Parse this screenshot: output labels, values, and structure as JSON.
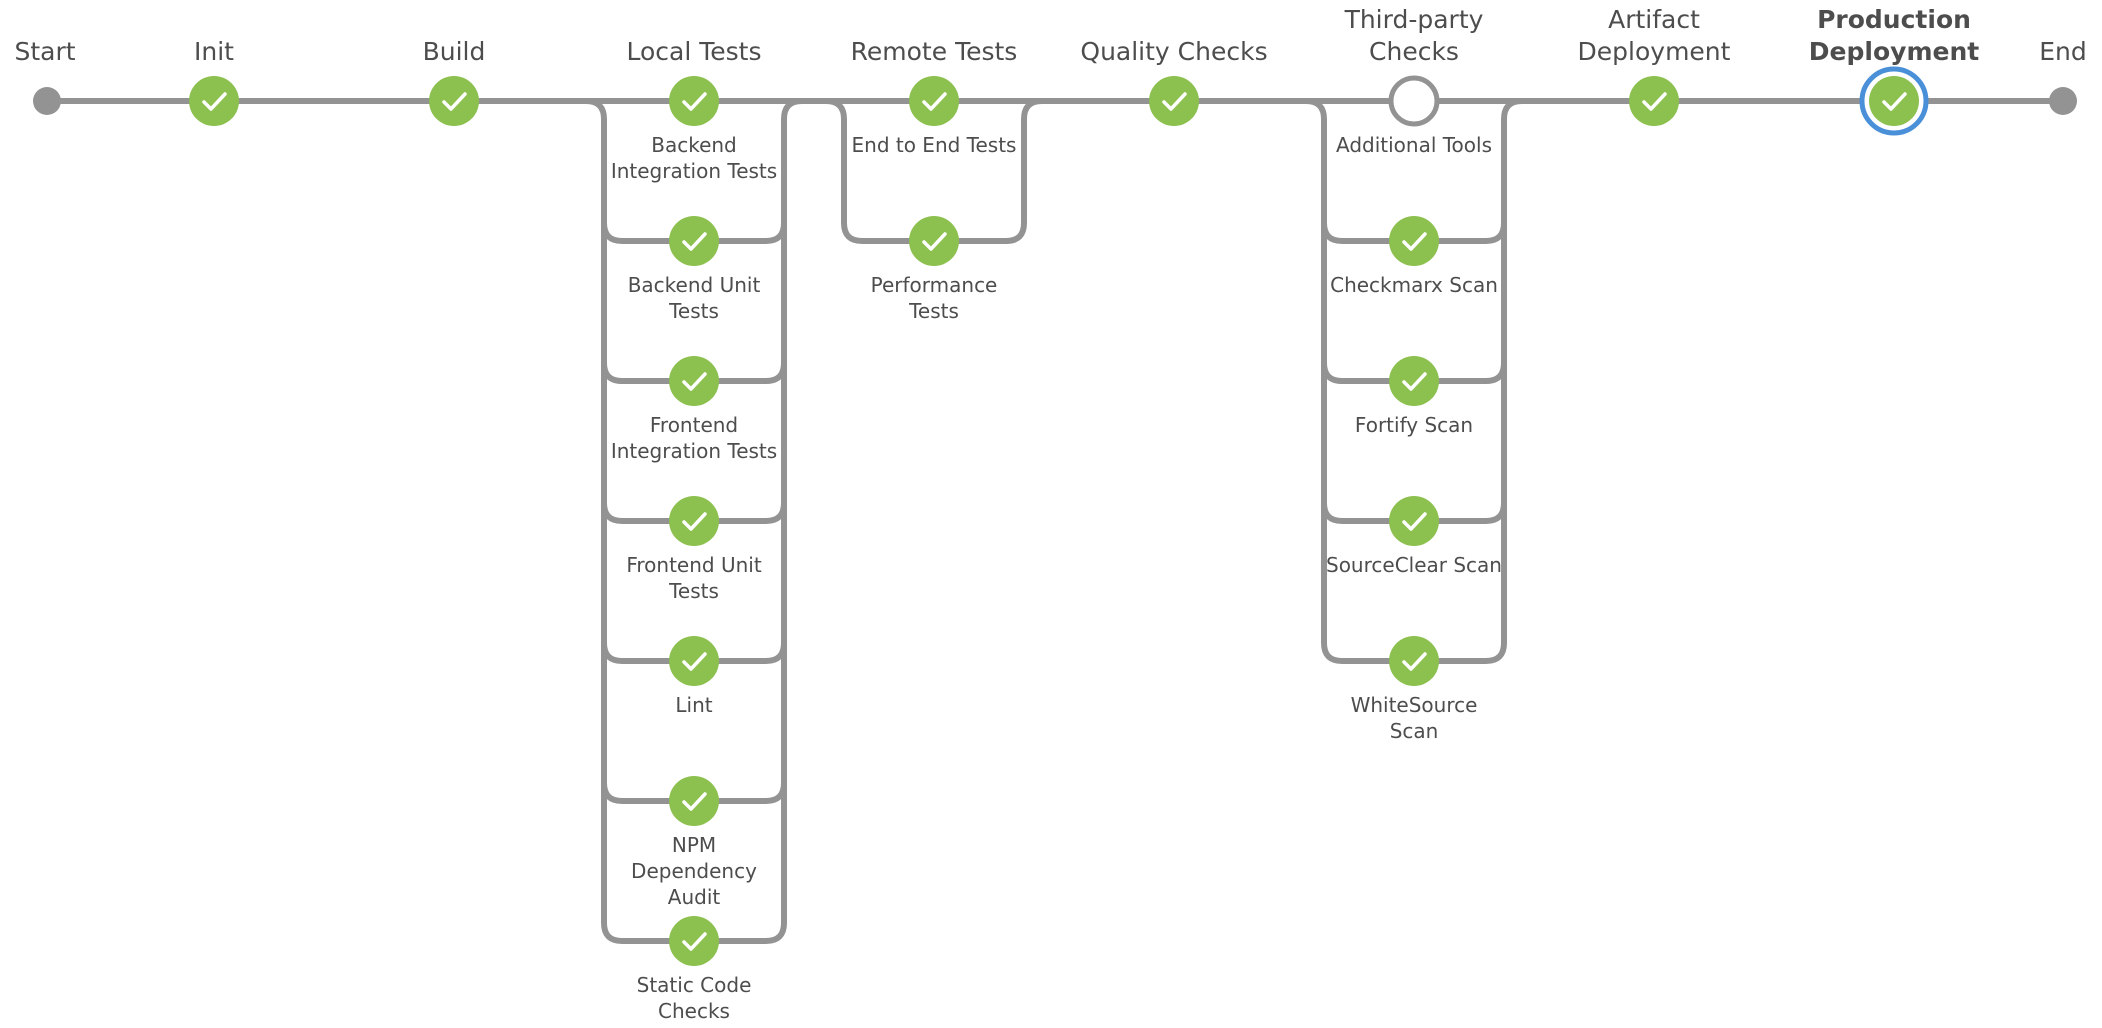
{
  "pipeline": {
    "colors": {
      "line": "#949393",
      "success": "#8cc04f",
      "selected_ring": "#4a90d9",
      "endpoint": "#949393",
      "label": "#4d4d4d"
    },
    "start_label": "Start",
    "end_label": "End",
    "stages": [
      {
        "label": "Init",
        "status": "success",
        "branches": []
      },
      {
        "label": "Build",
        "status": "success",
        "branches": []
      },
      {
        "label": "Local Tests",
        "status": "success",
        "branches": [
          {
            "label": "Backend\nIntegration Tests",
            "status": "success"
          },
          {
            "label": "Backend Unit\nTests",
            "status": "success"
          },
          {
            "label": "Frontend\nIntegration Tests",
            "status": "success"
          },
          {
            "label": "Frontend Unit\nTests",
            "status": "success"
          },
          {
            "label": "Lint",
            "status": "success"
          },
          {
            "label": "NPM\nDependency\nAudit",
            "status": "success"
          },
          {
            "label": "Static Code\nChecks",
            "status": "success"
          }
        ]
      },
      {
        "label": "Remote Tests",
        "status": "success",
        "branches": [
          {
            "label": "End to End Tests",
            "status": "success"
          },
          {
            "label": "Performance\nTests",
            "status": "success"
          }
        ]
      },
      {
        "label": "Quality Checks",
        "status": "success",
        "branches": []
      },
      {
        "label": "Third-party\nChecks",
        "status": "not_built",
        "branches": [
          {
            "label": "Additional Tools",
            "status": "not_built"
          },
          {
            "label": "Checkmarx Scan",
            "status": "success"
          },
          {
            "label": "Fortify Scan",
            "status": "success"
          },
          {
            "label": "SourceClear Scan",
            "status": "success"
          },
          {
            "label": "WhiteSource\nScan",
            "status": "success"
          }
        ]
      },
      {
        "label": "Artifact\nDeployment",
        "status": "success",
        "branches": []
      },
      {
        "label": "Production\nDeployment",
        "status": "success",
        "selected": true,
        "branches": []
      }
    ]
  }
}
